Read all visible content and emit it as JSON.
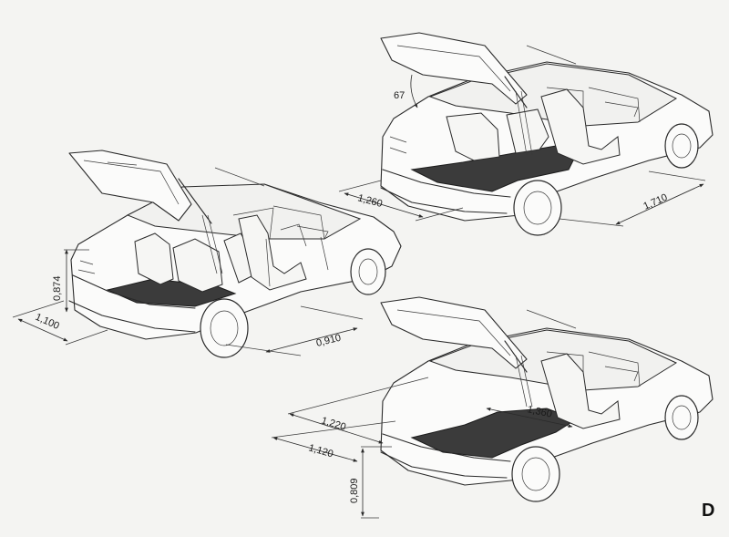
{
  "diagram": {
    "corner_letter": "D",
    "views": [
      {
        "id": "seat-upright",
        "dimensions": {
          "height": "0,874",
          "length": "1,100",
          "width": "0,910"
        }
      },
      {
        "id": "seat-folded",
        "dimensions": {
          "angle": "67",
          "length": "1,260",
          "total": "1,710"
        }
      },
      {
        "id": "seat-removed",
        "dimensions": {
          "length_upper": "1,220",
          "length_lower": "1,120",
          "height": "0,809",
          "width": "1,360"
        }
      }
    ]
  }
}
